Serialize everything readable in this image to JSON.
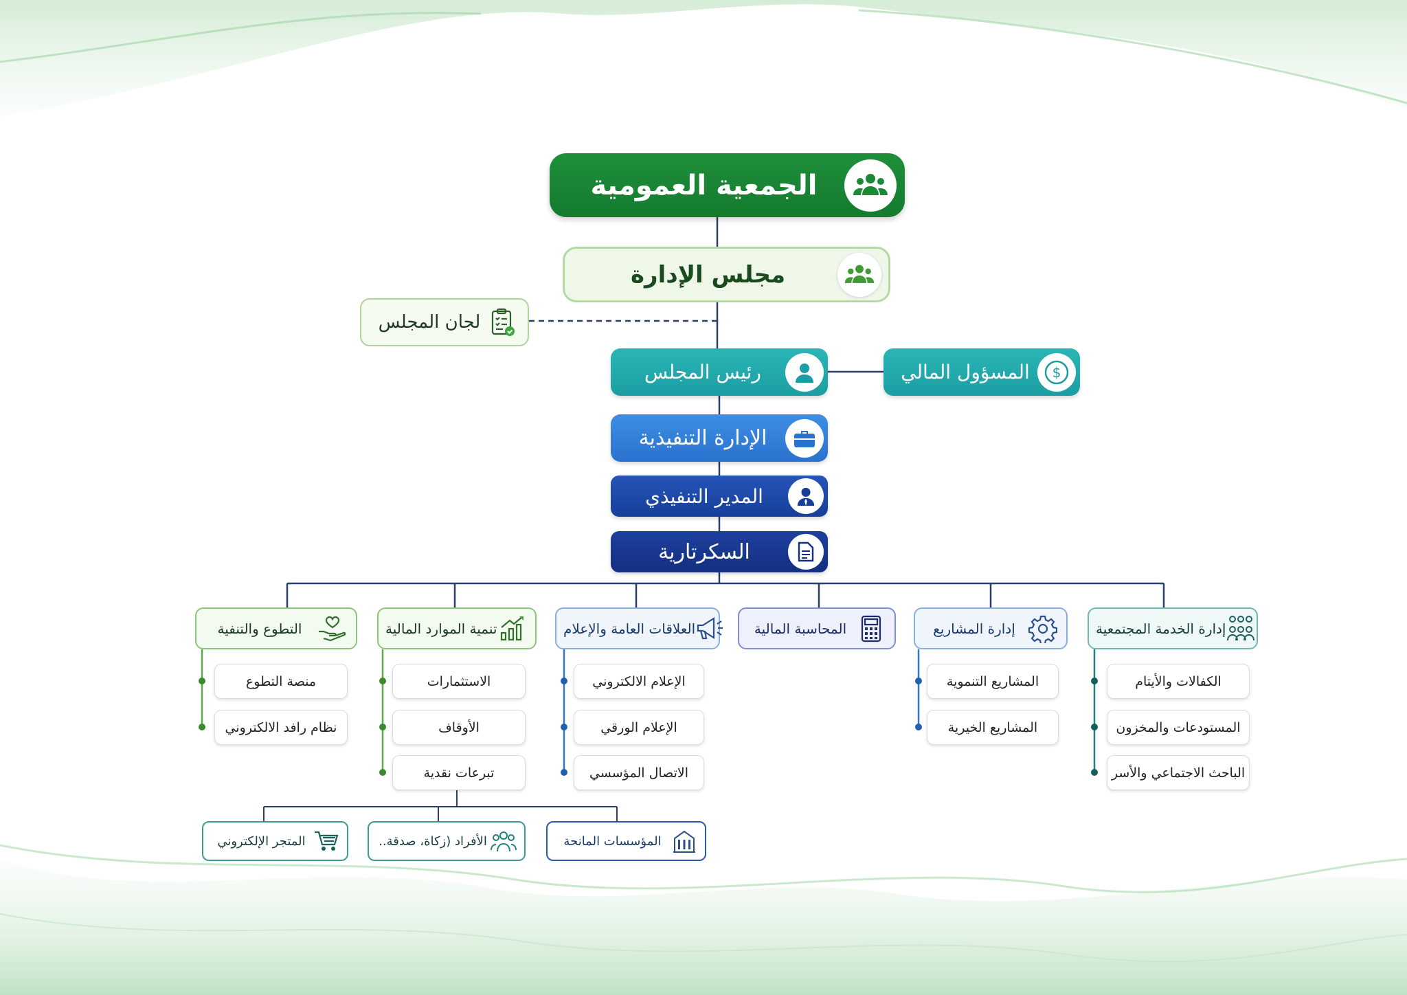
{
  "top": {
    "general_assembly": "الجمعية العمومية",
    "board": "مجلس الإدارة",
    "committees": "لجان المجلس",
    "chairman": "رئيس المجلس",
    "financial_officer": "المسؤول المالي",
    "executive_administration": "الإدارة التنفيذية",
    "executive_director": "المدير التنفيذي",
    "secretariat": "السكرتارية"
  },
  "departments": {
    "volunteering": {
      "label": "التطوع والتنفية",
      "items": [
        "منصة التطوع",
        "نظام رافد الالكتروني"
      ]
    },
    "resources": {
      "label": "تنمية الموارد المالية",
      "items": [
        "الاستثمارات",
        "الأوقاف",
        "تبرعات نقدية"
      ]
    },
    "public_relations": {
      "label": "العلاقات العامة والإعلام",
      "items": [
        "الإعلام الالكتروني",
        "الإعلام الورقي",
        "الاتصال المؤسسي"
      ]
    },
    "accounting": {
      "label": "المحاسبة المالية",
      "items": []
    },
    "projects": {
      "label": "إدارة المشاريع",
      "items": [
        "المشاريع التنموية",
        "المشاريع الخيرية"
      ]
    },
    "community": {
      "label": "إدارة الخدمة المجتمعية",
      "items": [
        "الكفالات والأيتام",
        "المستودعات والمخزون",
        "الباحث الاجتماعي والأسر"
      ]
    }
  },
  "donations": {
    "institutions": "المؤسسات المانحة",
    "individuals": "الأفراد (زكاة، صدقة..",
    "store": "المتجر الإلكتروني"
  },
  "icons": {
    "general_assembly": "group-icon",
    "board": "group-icon",
    "committees": "clipboard-check-icon",
    "chairman": "user-icon",
    "financial_officer": "dollar-icon",
    "executive_administration": "briefcase-icon",
    "executive_director": "manager-icon",
    "secretariat": "document-icon",
    "volunteering": "hand-heart-icon",
    "resources": "growth-chart-icon",
    "public_relations": "megaphone-icon",
    "accounting": "calculator-icon",
    "projects": "gear-icon",
    "community": "people-icon",
    "institutions": "building-icon",
    "individuals": "people-icon",
    "store": "cart-icon"
  },
  "colors": {
    "primary_green": "#1a8a36",
    "teal": "#22a9ab",
    "blue": "#3380d9",
    "navy": "#1b3f9c",
    "connector": "#2d3d66"
  }
}
